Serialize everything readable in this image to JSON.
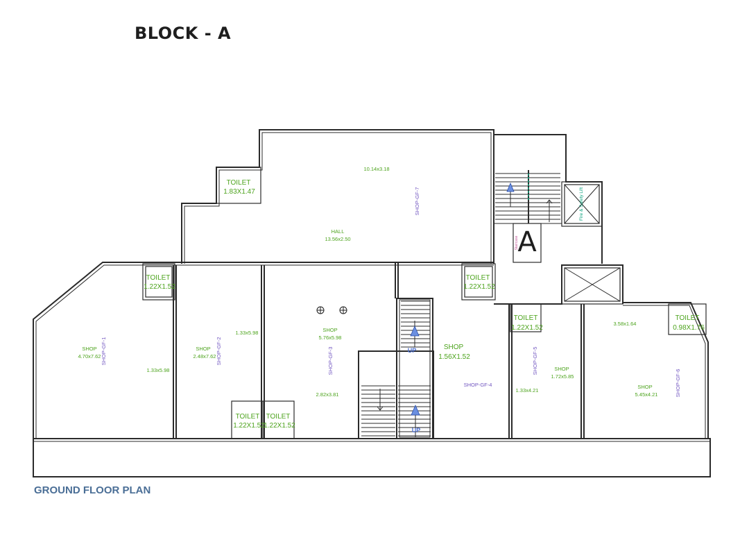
{
  "title": "BLOCK - A",
  "caption": "GROUND FLOOR PLAN",
  "colors": {
    "room_label": "#4ca31c",
    "unit_label": "#7155c0",
    "stair_label": "#4c6fd0",
    "walls": "#2a2a2a",
    "caption": "#4a6e96"
  },
  "icons": {
    "lift": "cross-box-icon",
    "shaft": "cross-box-icon",
    "stairs_arrow": "up-arrow-icon",
    "fixture": "circle-cross-icon"
  },
  "labels": {
    "toilet_top_name": "TOILET",
    "toilet_top_size": "1.83X1.47",
    "hall_size_top": "10.14x3.18",
    "shop_gf7": "SHOP-GF-7",
    "hall_name": "HALL",
    "hall_size": "13.56x2.50",
    "lift_label": "Fire & Safety Lift",
    "stair_text": "Staircase",
    "block_letter": "A",
    "toilet1_name": "TOILET",
    "toilet1_size": "1.22X1.52",
    "shop1_name": "SHOP",
    "shop1_size": "4.70x7.62",
    "shop_gf1": "SHOP-GF-1",
    "dim_133x598_a": "1.33x5.98",
    "shop2_name": "SHOP",
    "shop2_size": "2.48x7.62",
    "shop_gf2": "SHOP-GF-2",
    "dim_133x598_b": "1.33x5.98",
    "shop3_name": "SHOP",
    "shop3_size": "5.76x5.98",
    "shop_gf3": "SHOP-GF-3",
    "dim_282x381": "2.82x3.81",
    "toilet3a_name": "TOILET",
    "toilet3a_size": "1.22X1.52",
    "toilet3b_name": "TOILET",
    "toilet3b_size": "1.22X1.52",
    "toilet4_name": "TOILET",
    "toilet4_size": "1.22X1.52",
    "shop4_name": "SHOP",
    "shop4_size": "1.56X1.52",
    "shop_gf4": "SHOP-GF-4",
    "up_1": "UP",
    "up_2": "UP",
    "toilet5_name": "TOILET",
    "toilet5_size": "1.22X1.52",
    "shop_gf5": "SHOP-GF-5",
    "shop5_name": "SHOP",
    "shop5_size": "1.72x5.85",
    "dim_133x421": "1.33x4.21",
    "dim_358x164": "3.58x1.64",
    "toilet6_name": "TOILET",
    "toilet6_size": "0.98X1.76",
    "shop6_name": "SHOP",
    "shop6_size": "5.45x4.21",
    "shop_gf6": "SHOP-GF-6"
  }
}
